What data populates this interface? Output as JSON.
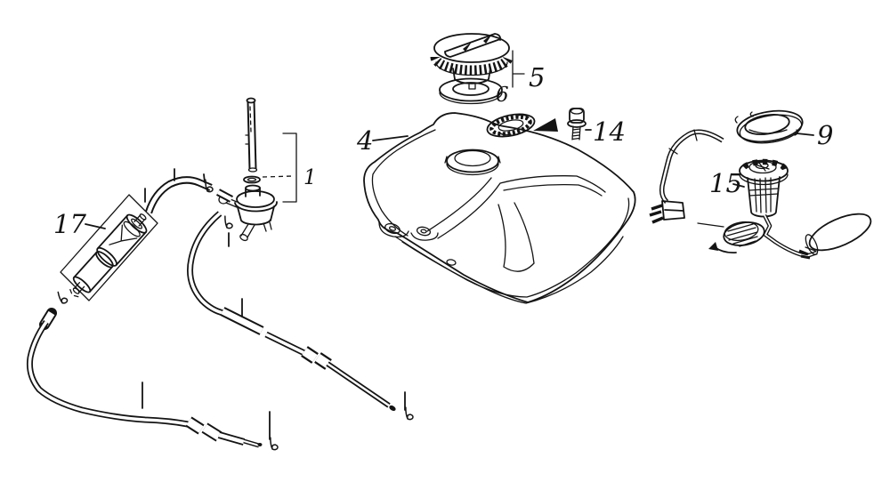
{
  "diagram": {
    "background": "#ffffff",
    "ink": "#141414",
    "callouts": {
      "part1": "1",
      "part4": "4",
      "part5": "5",
      "part6": "6",
      "part9": "9",
      "part14": "14",
      "part15": "15",
      "part17": "17"
    }
  }
}
